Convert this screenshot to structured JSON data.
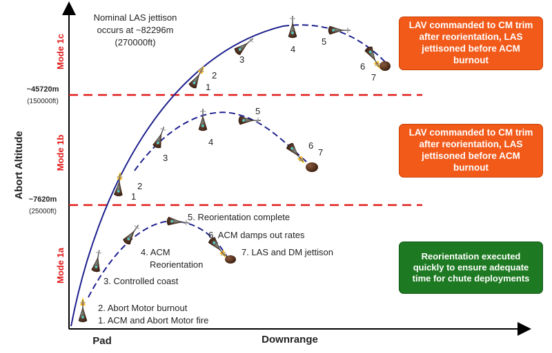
{
  "axes": {
    "y_label": "Abort Altitude",
    "x_label": "Downrange",
    "origin_label": "Pad"
  },
  "modes": [
    "Mode 1c",
    "Mode 1b",
    "Mode 1a"
  ],
  "thresholds": [
    {
      "value": "~45720m",
      "sub": "(150000ft)"
    },
    {
      "value": "~7620m",
      "sub": "(25000ft)"
    }
  ],
  "jettison_note": [
    "Nominal LAS jettison",
    "occurs at ~82296m",
    "(270000ft)"
  ],
  "steps_1a": [
    "1. ACM and Abort Motor fire",
    "2. Abort Motor burnout",
    "3. Controlled coast",
    "4. ACM",
    "Reorientation",
    "5. Reorientation complete",
    "6. ACM damps out rates",
    "7. LAS and DM jettison"
  ],
  "numbers_1b": [
    "1",
    "2",
    "3",
    "4",
    "5",
    "6",
    "7"
  ],
  "numbers_1c": [
    "1",
    "2",
    "3",
    "4",
    "5",
    "6",
    "7"
  ],
  "boxes": {
    "mode_1c": "LAV commanded to CM trim after reorientation, LAS jettisoned before ACM burnout",
    "mode_1b": "LAV commanded to CM trim after reorientation, LAS jettisoned before ACM burnout",
    "mode_1a": "Reorientation executed quickly to ensure adequate time for chute deployments"
  },
  "colors": {
    "trajectory": "#1c1f8c",
    "dashed_line": "#e01818",
    "orange_box": "#f25a1a",
    "green_box": "#1e7a22"
  }
}
